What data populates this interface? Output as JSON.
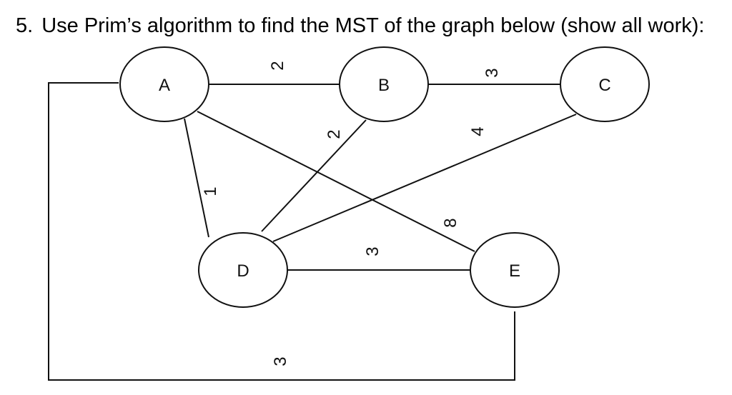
{
  "question": {
    "number": "5.",
    "text": "Use Prim’s algorithm to find the MST of the graph below (show all work):"
  },
  "graph": {
    "nodes": [
      {
        "id": "A",
        "label": "A"
      },
      {
        "id": "B",
        "label": "B"
      },
      {
        "id": "C",
        "label": "C"
      },
      {
        "id": "D",
        "label": "D"
      },
      {
        "id": "E",
        "label": "E"
      }
    ],
    "edges": [
      {
        "from": "A",
        "to": "B",
        "weight": "2"
      },
      {
        "from": "B",
        "to": "C",
        "weight": "3"
      },
      {
        "from": "A",
        "to": "D",
        "weight": "1"
      },
      {
        "from": "B",
        "to": "D",
        "weight": "2"
      },
      {
        "from": "C",
        "to": "D",
        "weight": "4"
      },
      {
        "from": "A",
        "to": "E",
        "weight": "8"
      },
      {
        "from": "D",
        "to": "E",
        "weight": "3"
      },
      {
        "from": "A",
        "to": "E",
        "weight": "3"
      }
    ]
  }
}
